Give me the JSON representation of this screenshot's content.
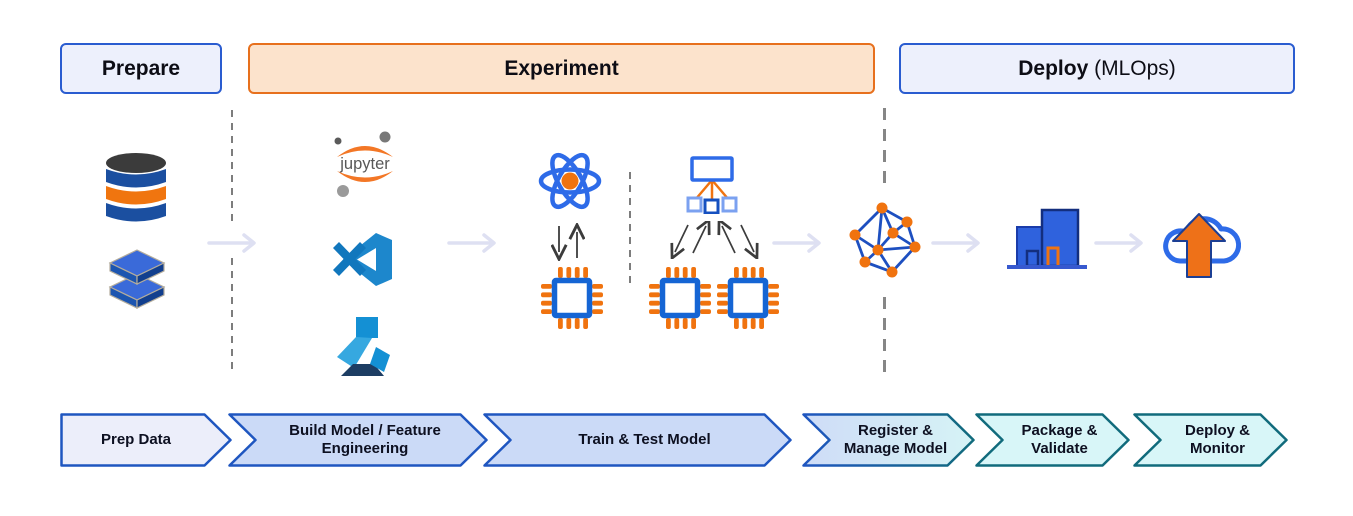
{
  "phases": {
    "prepare": {
      "label": "Prepare"
    },
    "experiment": {
      "label": "Experiment"
    },
    "deploy": {
      "label_bold": "Deploy",
      "label_suffix": " (MLOps)"
    }
  },
  "pipeline_steps": [
    {
      "label": "Prep Data"
    },
    {
      "label": "Build Model / Feature Engineering"
    },
    {
      "label": "Train & Test Model"
    },
    {
      "label": "Register & Manage Model"
    },
    {
      "label": "Package & Validate"
    },
    {
      "label": "Deploy & Monitor"
    }
  ],
  "icons": {
    "jupyter_wordmark": "jupyter",
    "names": [
      "database-icon",
      "data-layers-icon",
      "jupyter-icon",
      "vscode-icon",
      "azure-ml-icon",
      "atom-framework-icon",
      "gpu-chip-icon",
      "distributed-training-icon",
      "model-graph-icon",
      "buildings-icon",
      "cloud-upload-icon",
      "flow-arrow-icon",
      "exchange-arrows-icon",
      "distribute-arrows-icon"
    ]
  },
  "colors": {
    "blue_border": "#2a5cd0",
    "blue_fill_light": "#edf0fc",
    "orange_border": "#e7701d",
    "orange_fill_light": "#fce3cc",
    "chevron_blue_border": "#1f56c0",
    "chevron_blue_fill": "#cbdaf7",
    "chevron_prep_fill": "#eceefa",
    "chevron_teal_border": "#116b7c",
    "chevron_teal_fill": "#d8f6f8",
    "icon_blue": "#2e6be8",
    "icon_orange": "#f0730f",
    "flow_arrow": "#dee0f2",
    "dash_gray": "#7d7d7d"
  }
}
